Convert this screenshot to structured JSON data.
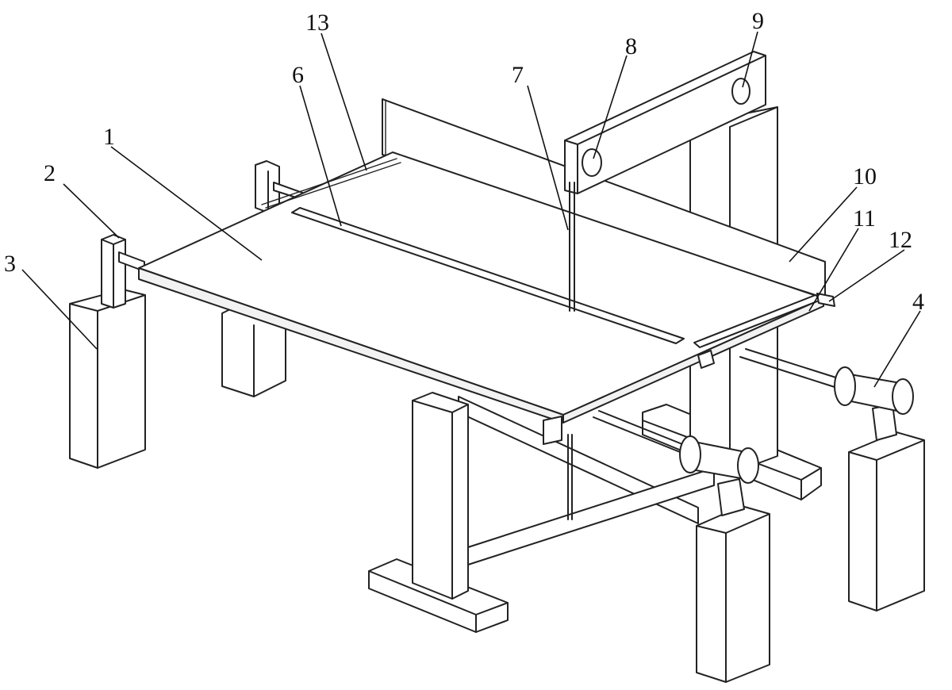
{
  "callouts": [
    {
      "id": "1",
      "text": "1"
    },
    {
      "id": "2",
      "text": "2"
    },
    {
      "id": "3",
      "text": "3"
    },
    {
      "id": "4",
      "text": "4"
    },
    {
      "id": "6",
      "text": "6"
    },
    {
      "id": "7",
      "text": "7"
    },
    {
      "id": "8",
      "text": "8"
    },
    {
      "id": "9",
      "text": "9"
    },
    {
      "id": "10",
      "text": "10"
    },
    {
      "id": "11",
      "text": "11"
    },
    {
      "id": "12",
      "text": "12"
    },
    {
      "id": "13",
      "text": "13"
    }
  ],
  "colors": {
    "stroke": "#222222",
    "fill": "#ffffff",
    "background": "#ffffff"
  }
}
